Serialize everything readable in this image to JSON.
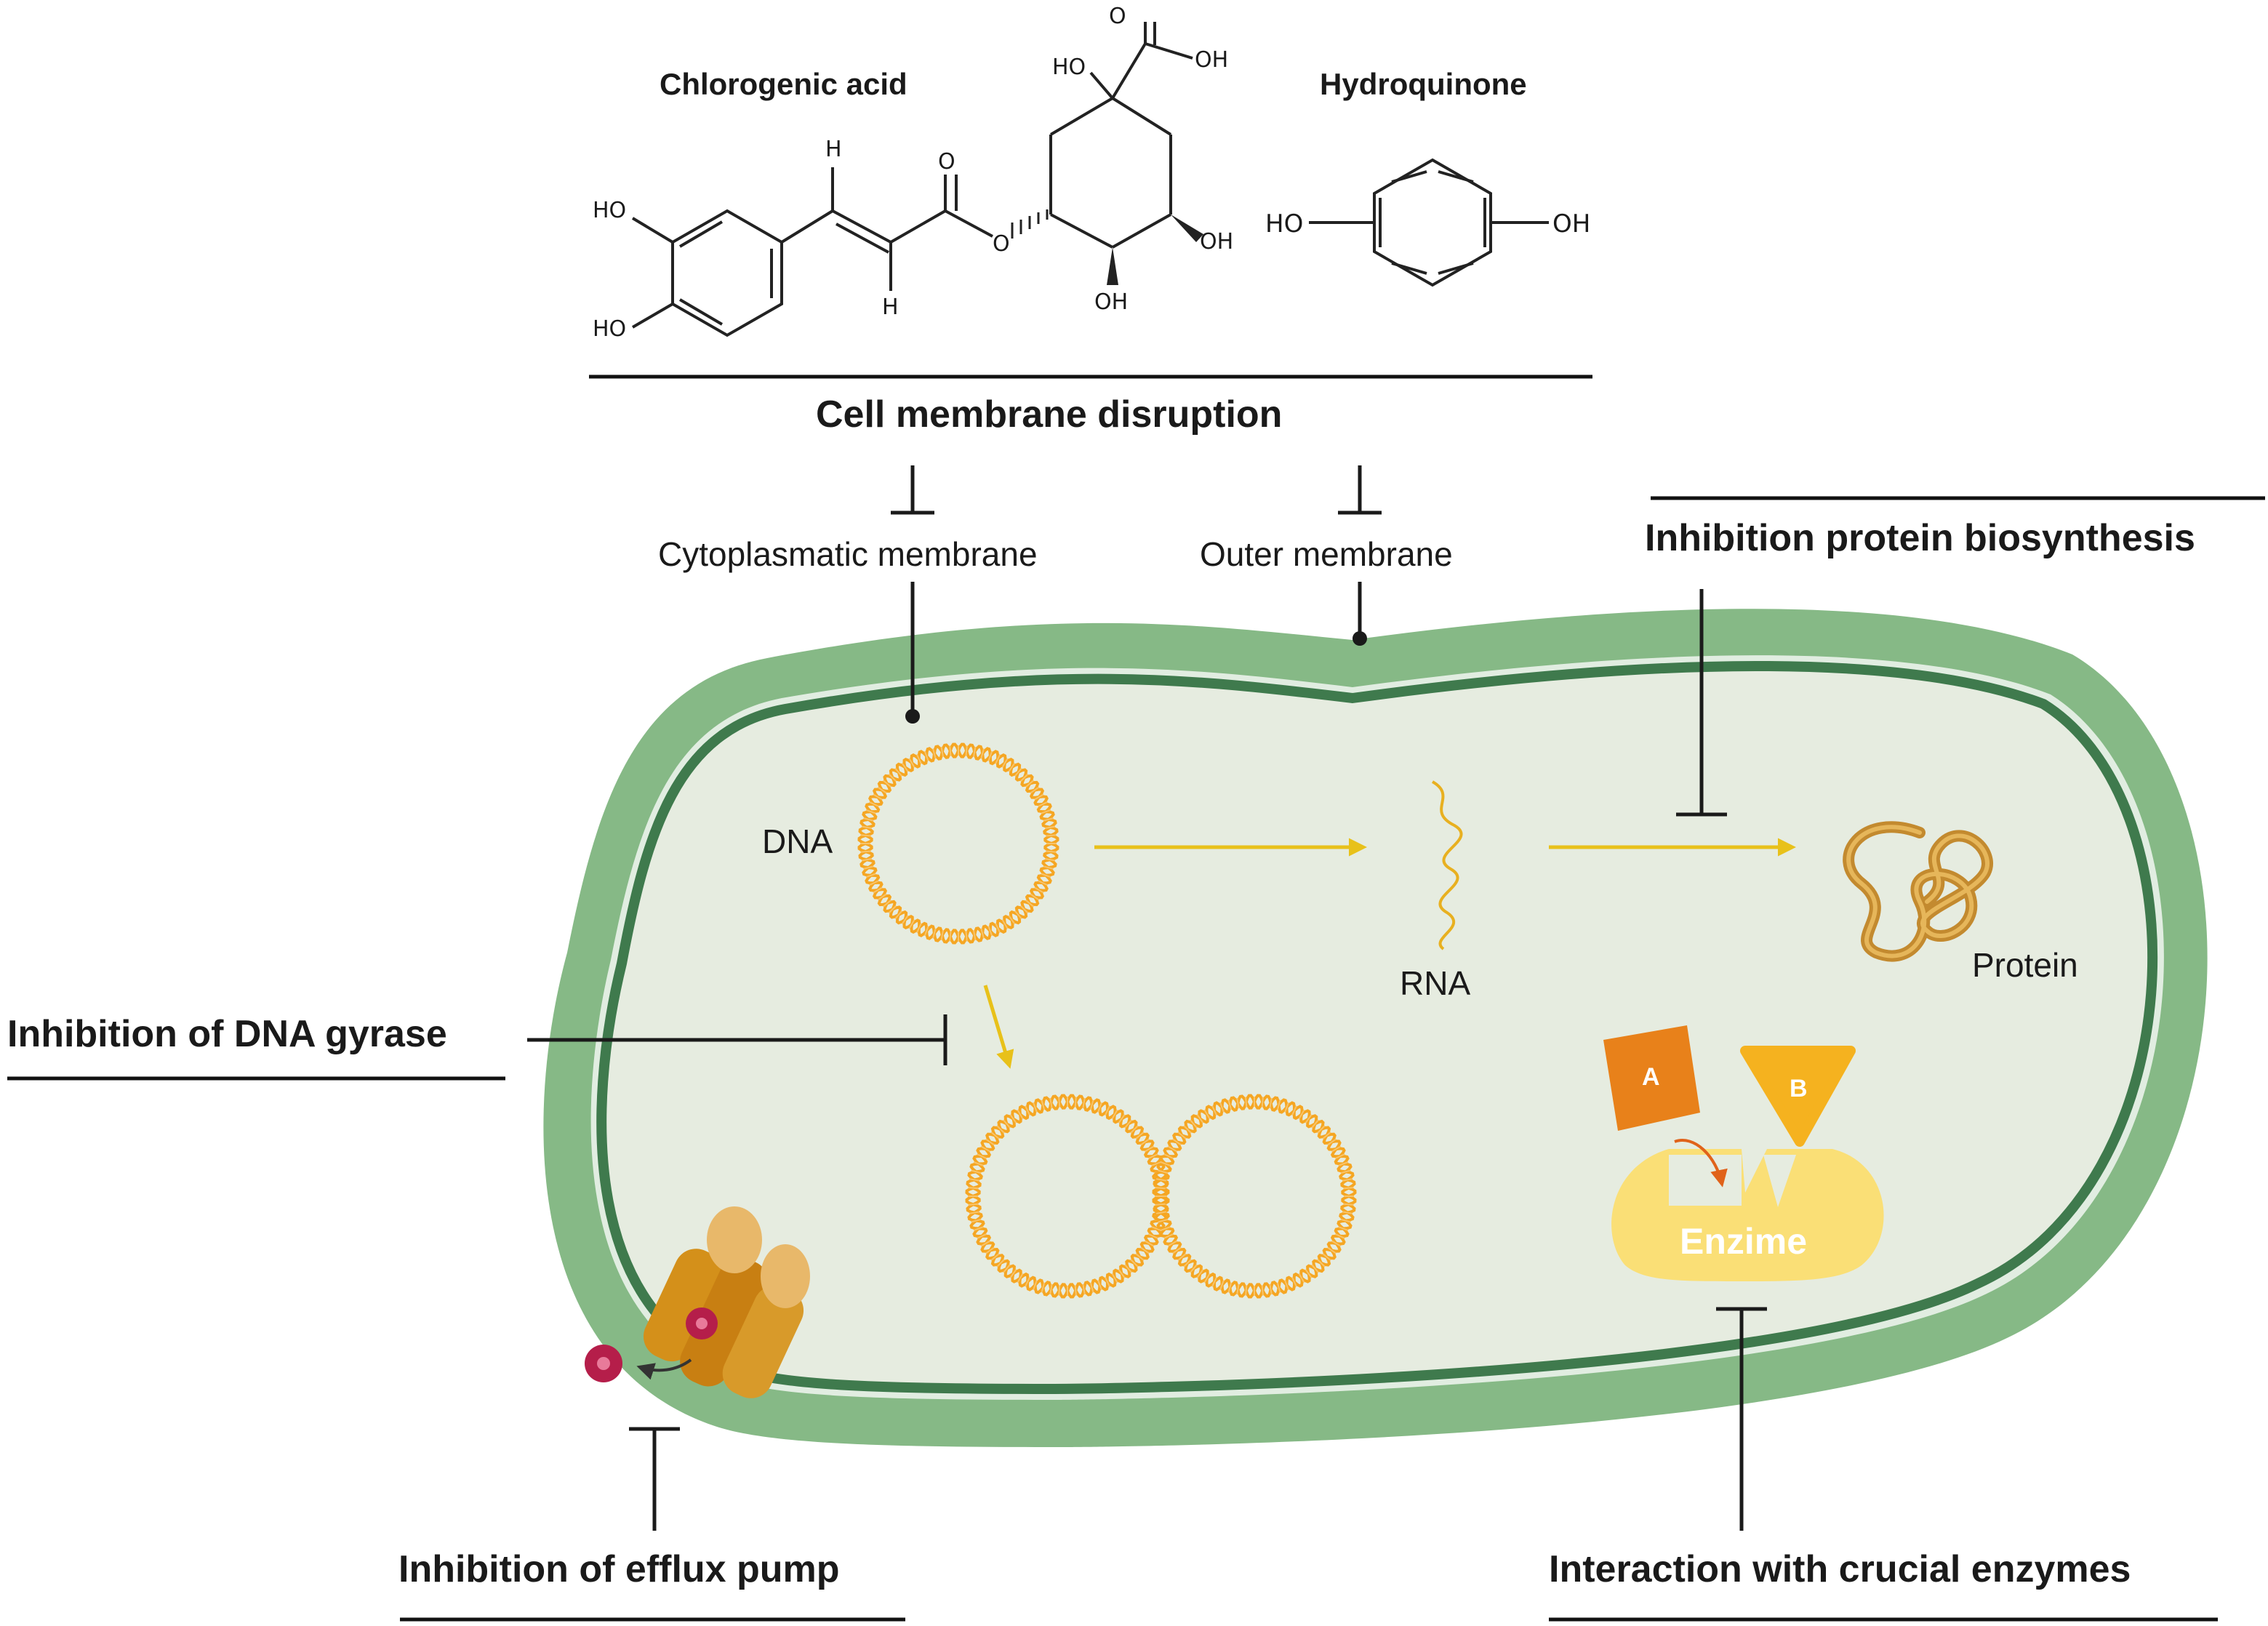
{
  "molecules": {
    "chlorogenic_acid": {
      "name": "Chlorogenic  acid",
      "atoms": {
        "ho_top": "HO",
        "ho_bottom": "HO",
        "h_top": "H",
        "h_bottom": "H",
        "o_carbonyl": "O",
        "o_ester": "O",
        "ho_quinic": "HO",
        "cooh_o": "O",
        "cooh_oh": "OH",
        "oh_right": "OH",
        "oh_bottom": "OH"
      }
    },
    "hydroquinone": {
      "name": "Hydroquinone",
      "atoms": {
        "ho_left": "HO",
        "oh_right": "OH"
      }
    }
  },
  "mechanisms": {
    "membrane": "Cell membrane disruption",
    "protein": "Inhibition protein biosynthesis",
    "gyrase": "Inhibition of DNA gyrase",
    "efflux": "Inhibition of efflux pump",
    "enzymes": "Interaction with crucial enzymes"
  },
  "membranes": {
    "cytoplasmatic": "Cytoplasmatic membrane",
    "outer": "Outer membrane"
  },
  "cell": {
    "dna": "DNA",
    "rna": "RNA",
    "protein": "Protein",
    "substrate_a": "A",
    "substrate_b": "B",
    "enzyme": "Enzime"
  },
  "colors": {
    "outer_membrane": "#86b986",
    "inner_membrane": "#3f7a4d",
    "cytoplasm": "#e6ece0",
    "dna_strand": "#f5a623",
    "arrow": "#e8c11a",
    "protein": "#d9a23e",
    "substrate_a": "#e8811a",
    "substrate_b": "#f5b21f",
    "enzyme": "#fadf76",
    "efflux_pump": "#d4901a",
    "molecule": "#b51e4a"
  }
}
